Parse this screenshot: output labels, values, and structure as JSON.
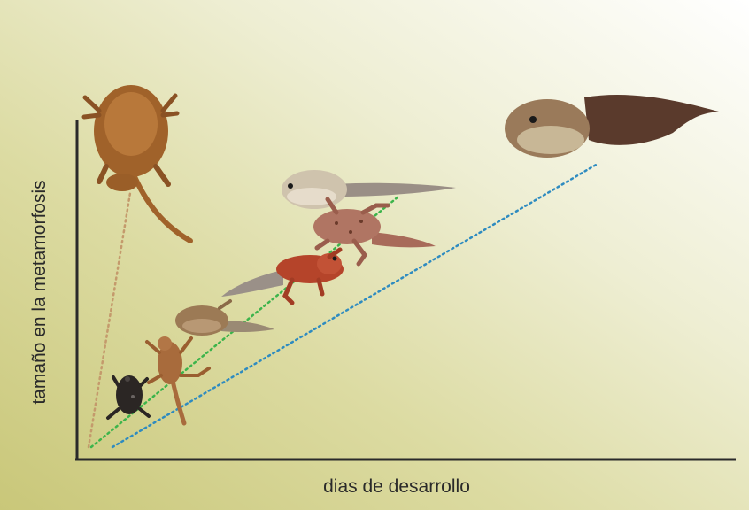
{
  "figure": {
    "ylabel": "tamaño en la metamorfosis",
    "xlabel": "dias de desarrollo",
    "colors": {
      "axis": "#2a2a2a",
      "line_brown": "#c49a6c",
      "line_green": "#3cb44b",
      "line_blue": "#2e8bc0",
      "background_dark": "#c9c779",
      "background_light": "#ffffff"
    }
  },
  "animals": [
    {
      "name": "paradoxical-frog-metamorph",
      "kind": "frog",
      "color": "#a0622a"
    },
    {
      "name": "small-black-froglet",
      "kind": "froglet",
      "color": "#2b2624"
    },
    {
      "name": "brown-froglet",
      "kind": "froglet",
      "color": "#a86b3c"
    },
    {
      "name": "small-tadpole",
      "kind": "tadpole",
      "color": "#9c7a55"
    },
    {
      "name": "red-metamorph",
      "kind": "metamorph",
      "color": "#b5442a"
    },
    {
      "name": "spotted-metamorph",
      "kind": "metamorph",
      "color": "#a86b5a"
    },
    {
      "name": "pale-tadpole",
      "kind": "tadpole",
      "color": "#bdb09a"
    },
    {
      "name": "large-tadpole",
      "kind": "tadpole",
      "color": "#6e4b3a"
    }
  ],
  "guide_lines": [
    {
      "name": "brown-dotted-line",
      "color": "#c49a6c"
    },
    {
      "name": "green-dotted-line",
      "color": "#3cb44b"
    },
    {
      "name": "blue-dotted-line",
      "color": "#2e8bc0"
    }
  ]
}
